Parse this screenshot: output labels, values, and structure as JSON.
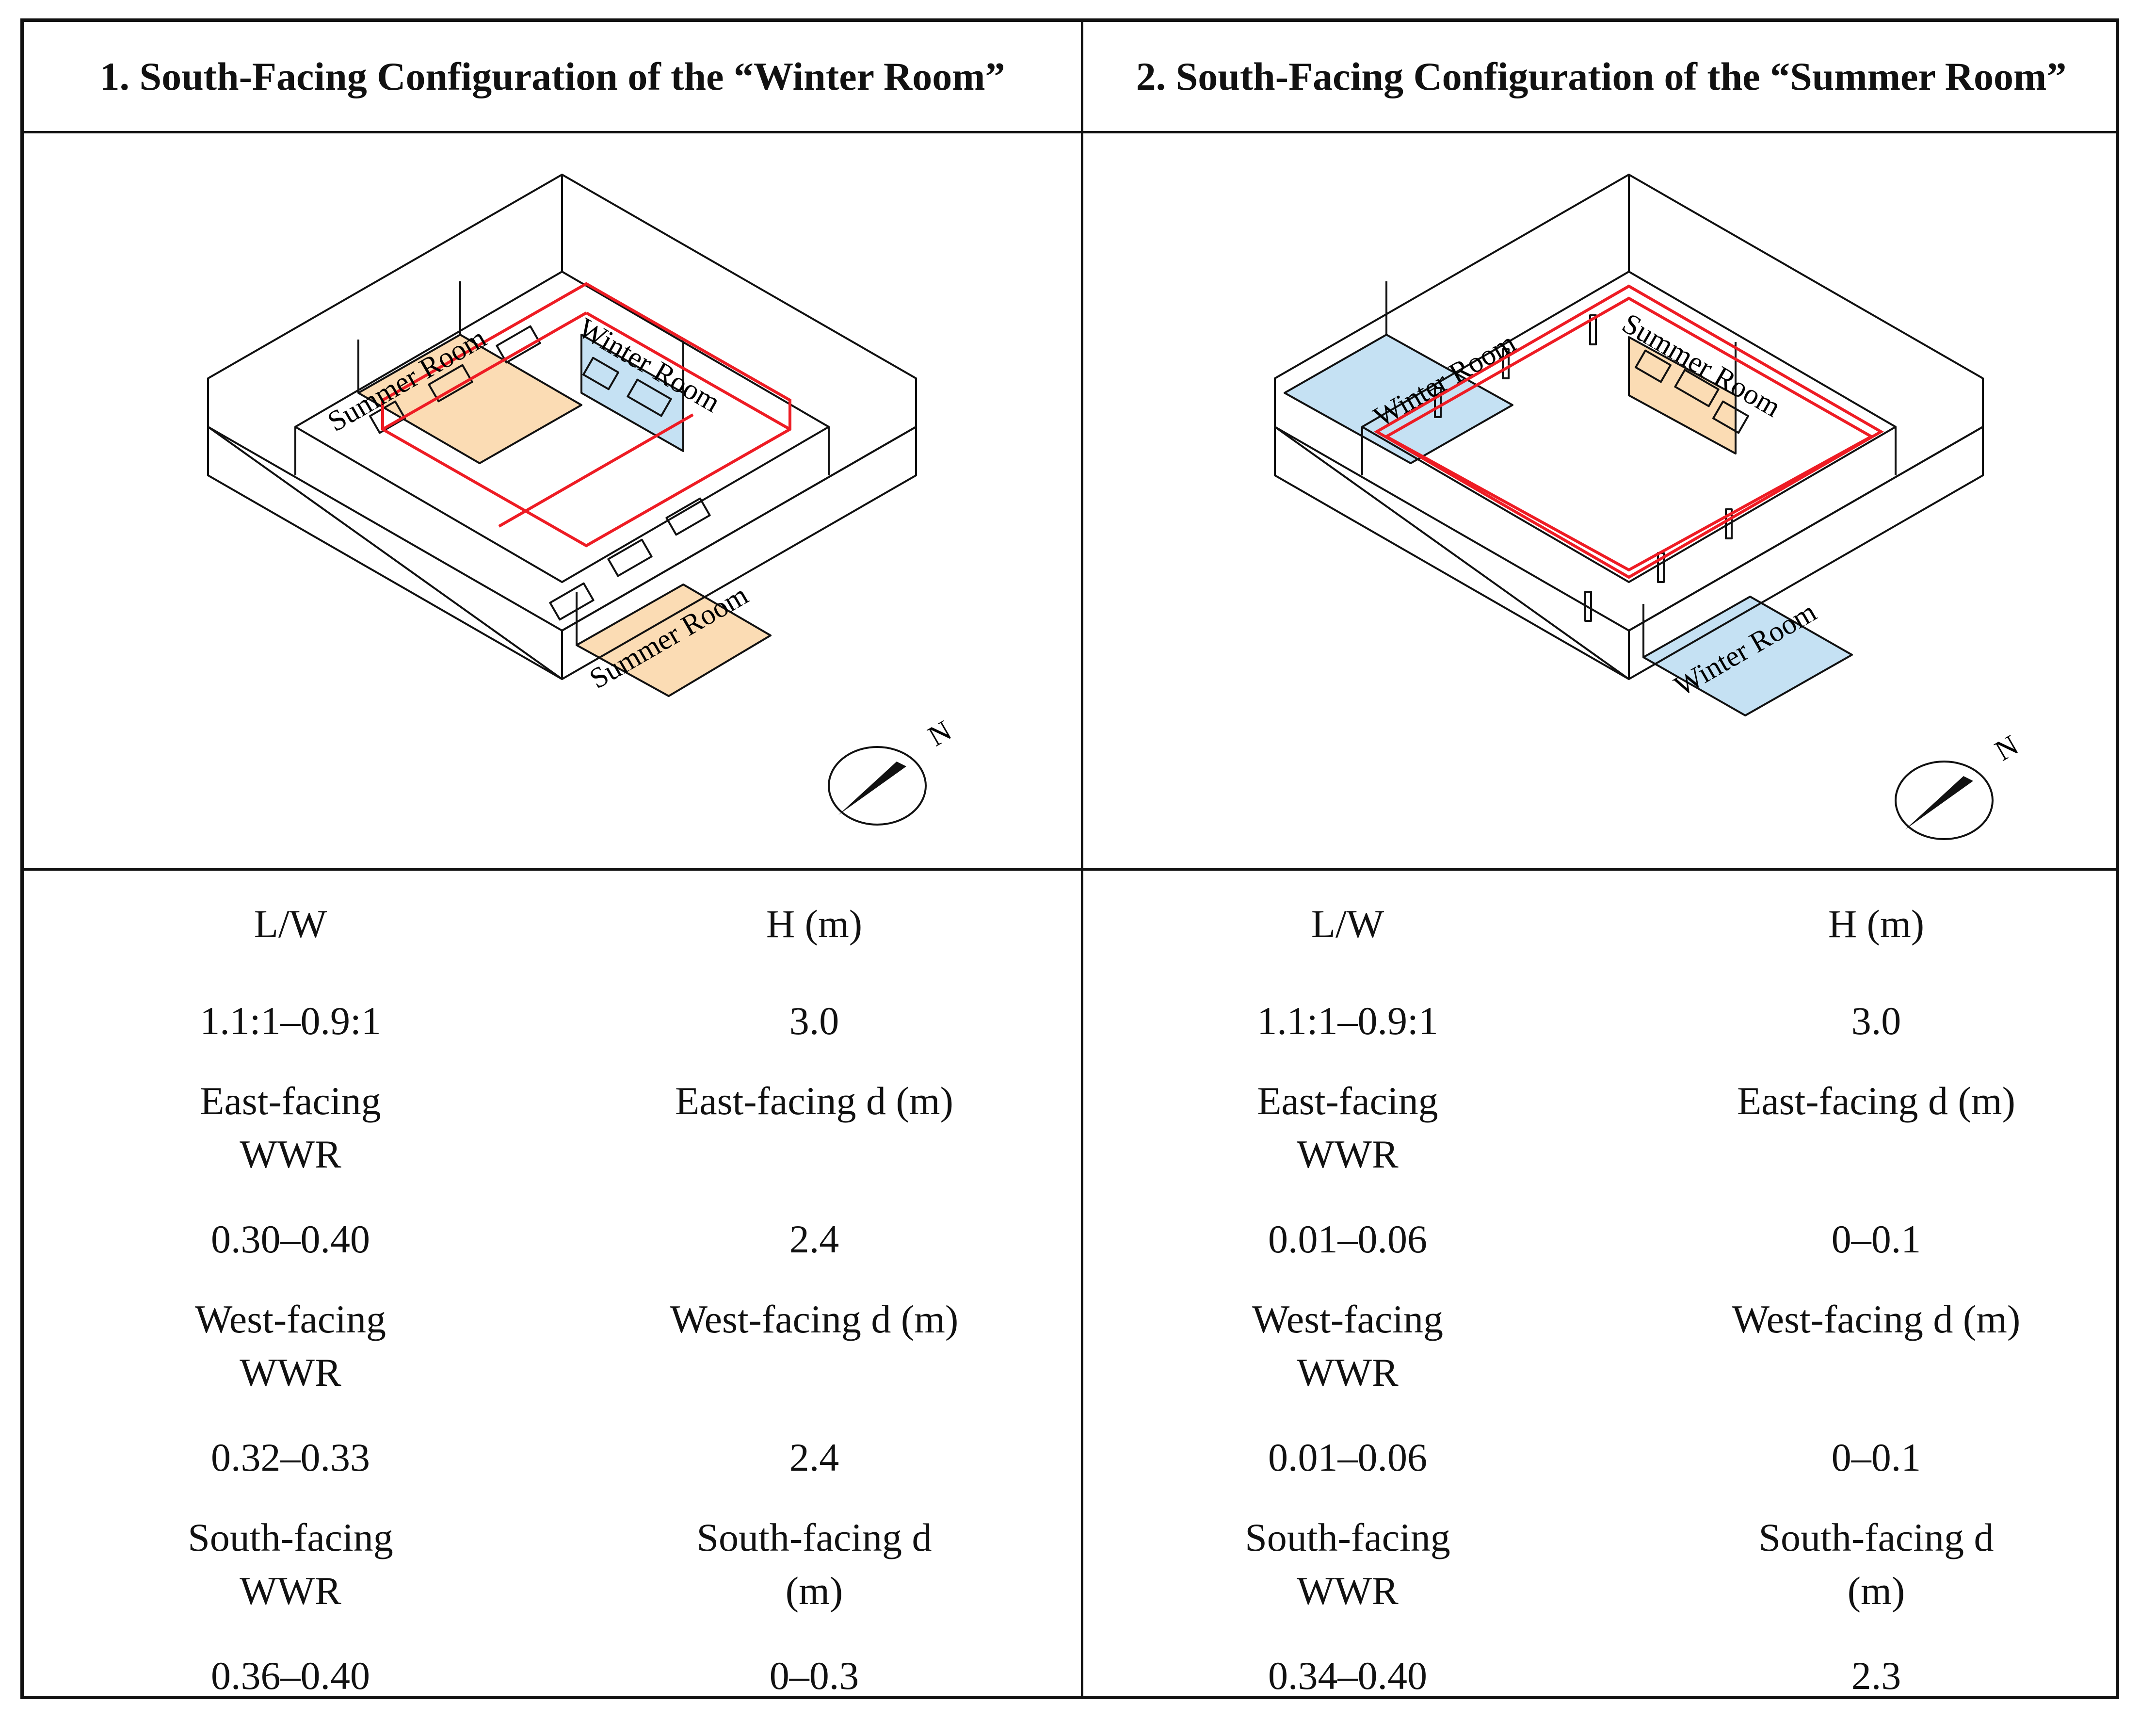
{
  "columns": [
    {
      "title": "1. South-Facing Configuration of the “Winter Room”",
      "diagram_labels": {
        "summer_room_a": "Summer Room",
        "winter_room": "Winter Room",
        "summer_room_b": "Summer Room",
        "north": "N"
      },
      "rows": [
        {
          "left": "L/W",
          "right": "H (m)"
        },
        {
          "left": "1.1:1–0.9:1",
          "right": "3.0"
        },
        {
          "left": "East-facing WWR",
          "right": "East-facing d (m)"
        },
        {
          "left": "0.30–0.40",
          "right": "2.4"
        },
        {
          "left": "West-facing WWR",
          "right": "West-facing d (m)"
        },
        {
          "left": "0.32–0.33",
          "right": "2.4"
        },
        {
          "left": "South-facing WWR",
          "right": "South-facing d (m)"
        },
        {
          "left": "0.36–0.40",
          "right": "0–0.3"
        }
      ]
    },
    {
      "title": "2. South-Facing Configuration of the “Summer Room”",
      "diagram_labels": {
        "winter_room_a": "Winter Room",
        "summer_room": "Summer Room",
        "winter_room_b": "Winter Room",
        "north": "N"
      },
      "rows": [
        {
          "left": "L/W",
          "right": "H (m)"
        },
        {
          "left": "1.1:1–0.9:1",
          "right": "3.0"
        },
        {
          "left": "East-facing WWR",
          "right": "East-facing d (m)"
        },
        {
          "left": "0.01–0.06",
          "right": "0–0.1"
        },
        {
          "left": "West-facing WWR",
          "right": "West-facing d (m)"
        },
        {
          "left": "0.01–0.06",
          "right": "0–0.1"
        },
        {
          "left": "South-facing WWR",
          "right": "South-facing d (m)"
        },
        {
          "left": "0.34–0.40",
          "right": "2.3"
        }
      ]
    }
  ],
  "colors": {
    "summer": "#fbdcb4",
    "winter": "#c5e1f3",
    "highlight": "#ee1c24",
    "line": "#111111"
  }
}
